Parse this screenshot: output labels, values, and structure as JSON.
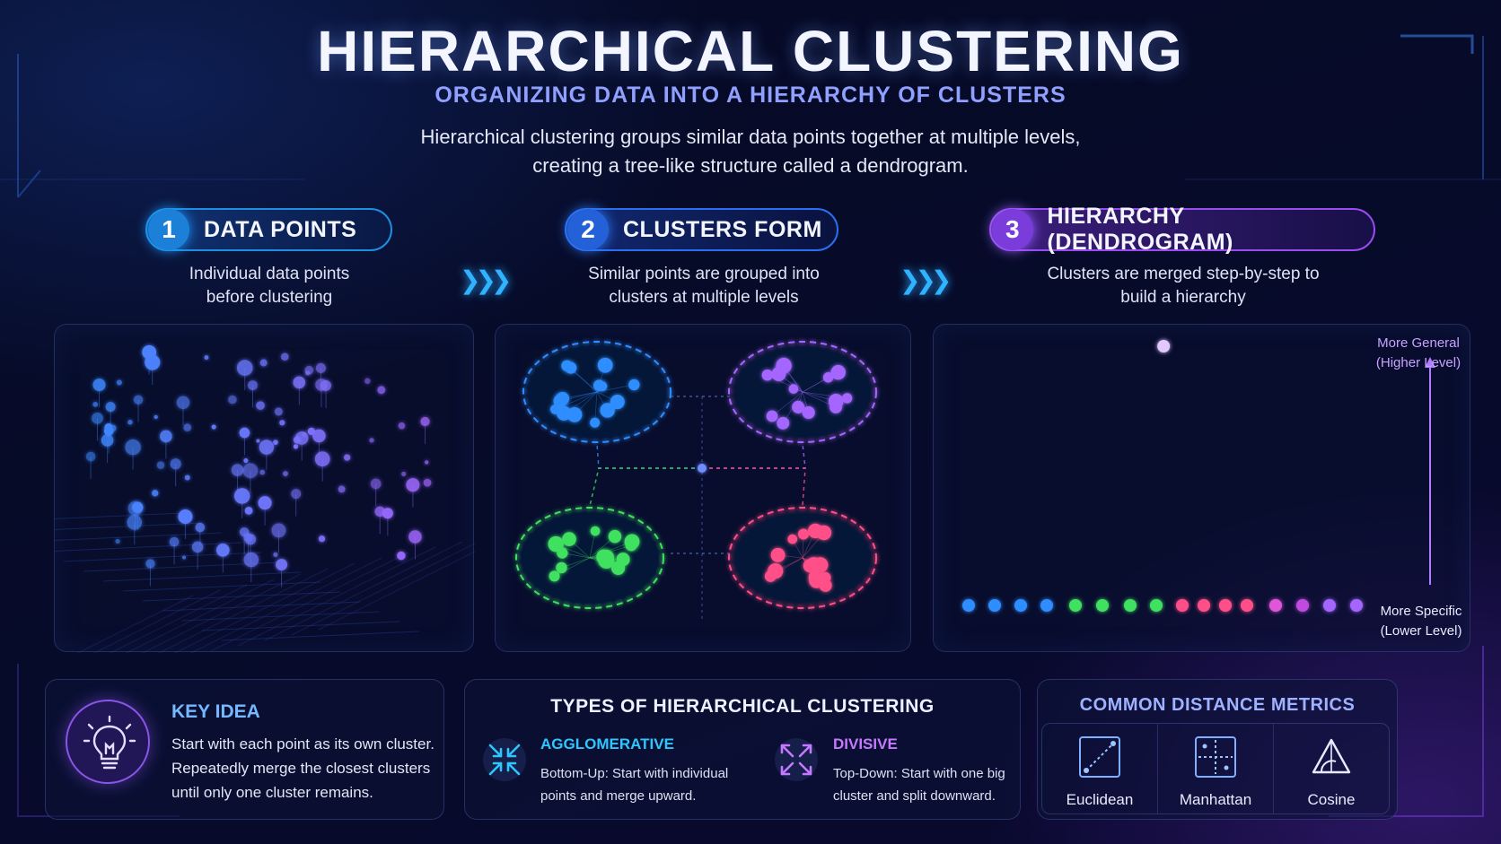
{
  "header": {
    "title": "HIERARCHICAL CLUSTERING",
    "subtitle": "ORGANIZING DATA INTO A HIERARCHY OF CLUSTERS",
    "intro_line1": "Hierarchical clustering groups similar data points together at multiple levels,",
    "intro_line2": "creating a tree-like structure called a dendrogram."
  },
  "steps": [
    {
      "number": "1",
      "label": "DATA POINTS",
      "desc_line1": "Individual data points",
      "desc_line2": "before clustering"
    },
    {
      "number": "2",
      "label": "CLUSTERS FORM",
      "desc_line1": "Similar points are grouped into",
      "desc_line2": "clusters at multiple levels"
    },
    {
      "number": "3",
      "label": "HIERARCHY (DENDROGRAM)",
      "desc_line1": "Clusters are merged step-by-step to",
      "desc_line2": "build a hierarchy"
    }
  ],
  "dendrogram": {
    "top_label_line1": "More General",
    "top_label_line2": "(Higher Level)",
    "bottom_label_line1": "More Specific",
    "bottom_label_line2": "(Lower Level)"
  },
  "cluster_colors": {
    "blue": "#2f8dff",
    "purple": "#a566ff",
    "green": "#3fe060",
    "pink": "#ff4f88"
  },
  "key_idea": {
    "title": "KEY IDEA",
    "line1": "Start with each point as its own cluster.",
    "line2": "Repeatedly merge the closest clusters",
    "line3": "until only one cluster remains.",
    "icon": "lightbulb-icon"
  },
  "types": {
    "title": "TYPES OF HIERARCHICAL CLUSTERING",
    "agglomerative": {
      "name": "AGGLOMERATIVE",
      "line1": "Bottom-Up: Start with individual",
      "line2": "points and merge upward.",
      "icon": "arrows-inward-icon"
    },
    "divisive": {
      "name": "DIVISIVE",
      "line1": "Top-Down: Start with one big",
      "line2": "cluster and split downward.",
      "icon": "arrows-outward-icon"
    }
  },
  "metrics": {
    "title": "COMMON DISTANCE METRICS",
    "items": [
      {
        "label": "Euclidean",
        "icon": "euclidean-icon"
      },
      {
        "label": "Manhattan",
        "icon": "manhattan-icon"
      },
      {
        "label": "Cosine",
        "icon": "cosine-icon"
      }
    ]
  }
}
